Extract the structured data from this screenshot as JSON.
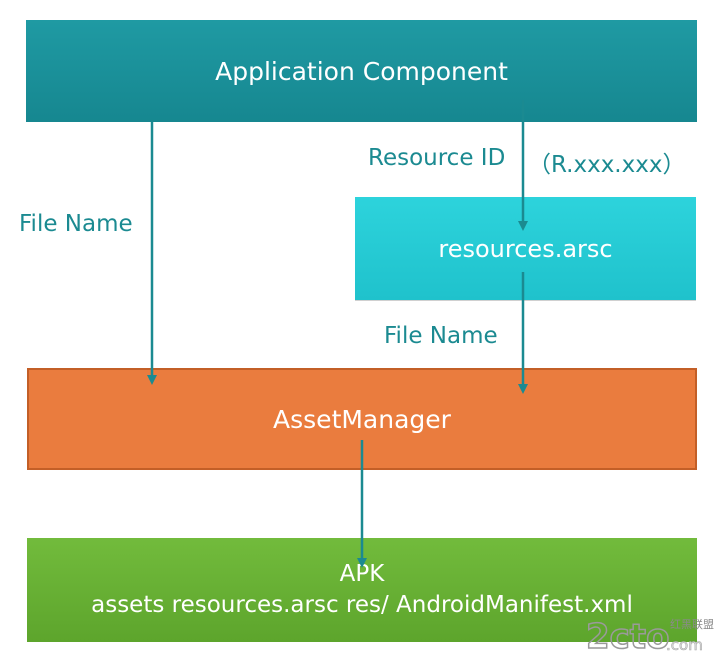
{
  "boxes": {
    "app_component": "Application Component",
    "resources_arsc": "resources.arsc",
    "asset_manager": "AssetManager",
    "apk_title": "APK",
    "apk_contents": "assets resources.arsc res/ AndroidManifest.xml"
  },
  "edge_labels": {
    "file_name_left": "File Name",
    "resource_id": "Resource ID",
    "resource_id_paren": "（R.xxx.xxx）",
    "file_name_mid": "File Name"
  },
  "watermark": {
    "main": "2cto",
    "domain": ".com",
    "chinese": "红黑联盟"
  },
  "colors": {
    "app_component": "#1b939c",
    "resources_arsc": "#26cbd4",
    "asset_manager": "#ea7c3e",
    "apk": "#68b034",
    "arrow": "#1b8a91",
    "label": "#1b8a91"
  }
}
